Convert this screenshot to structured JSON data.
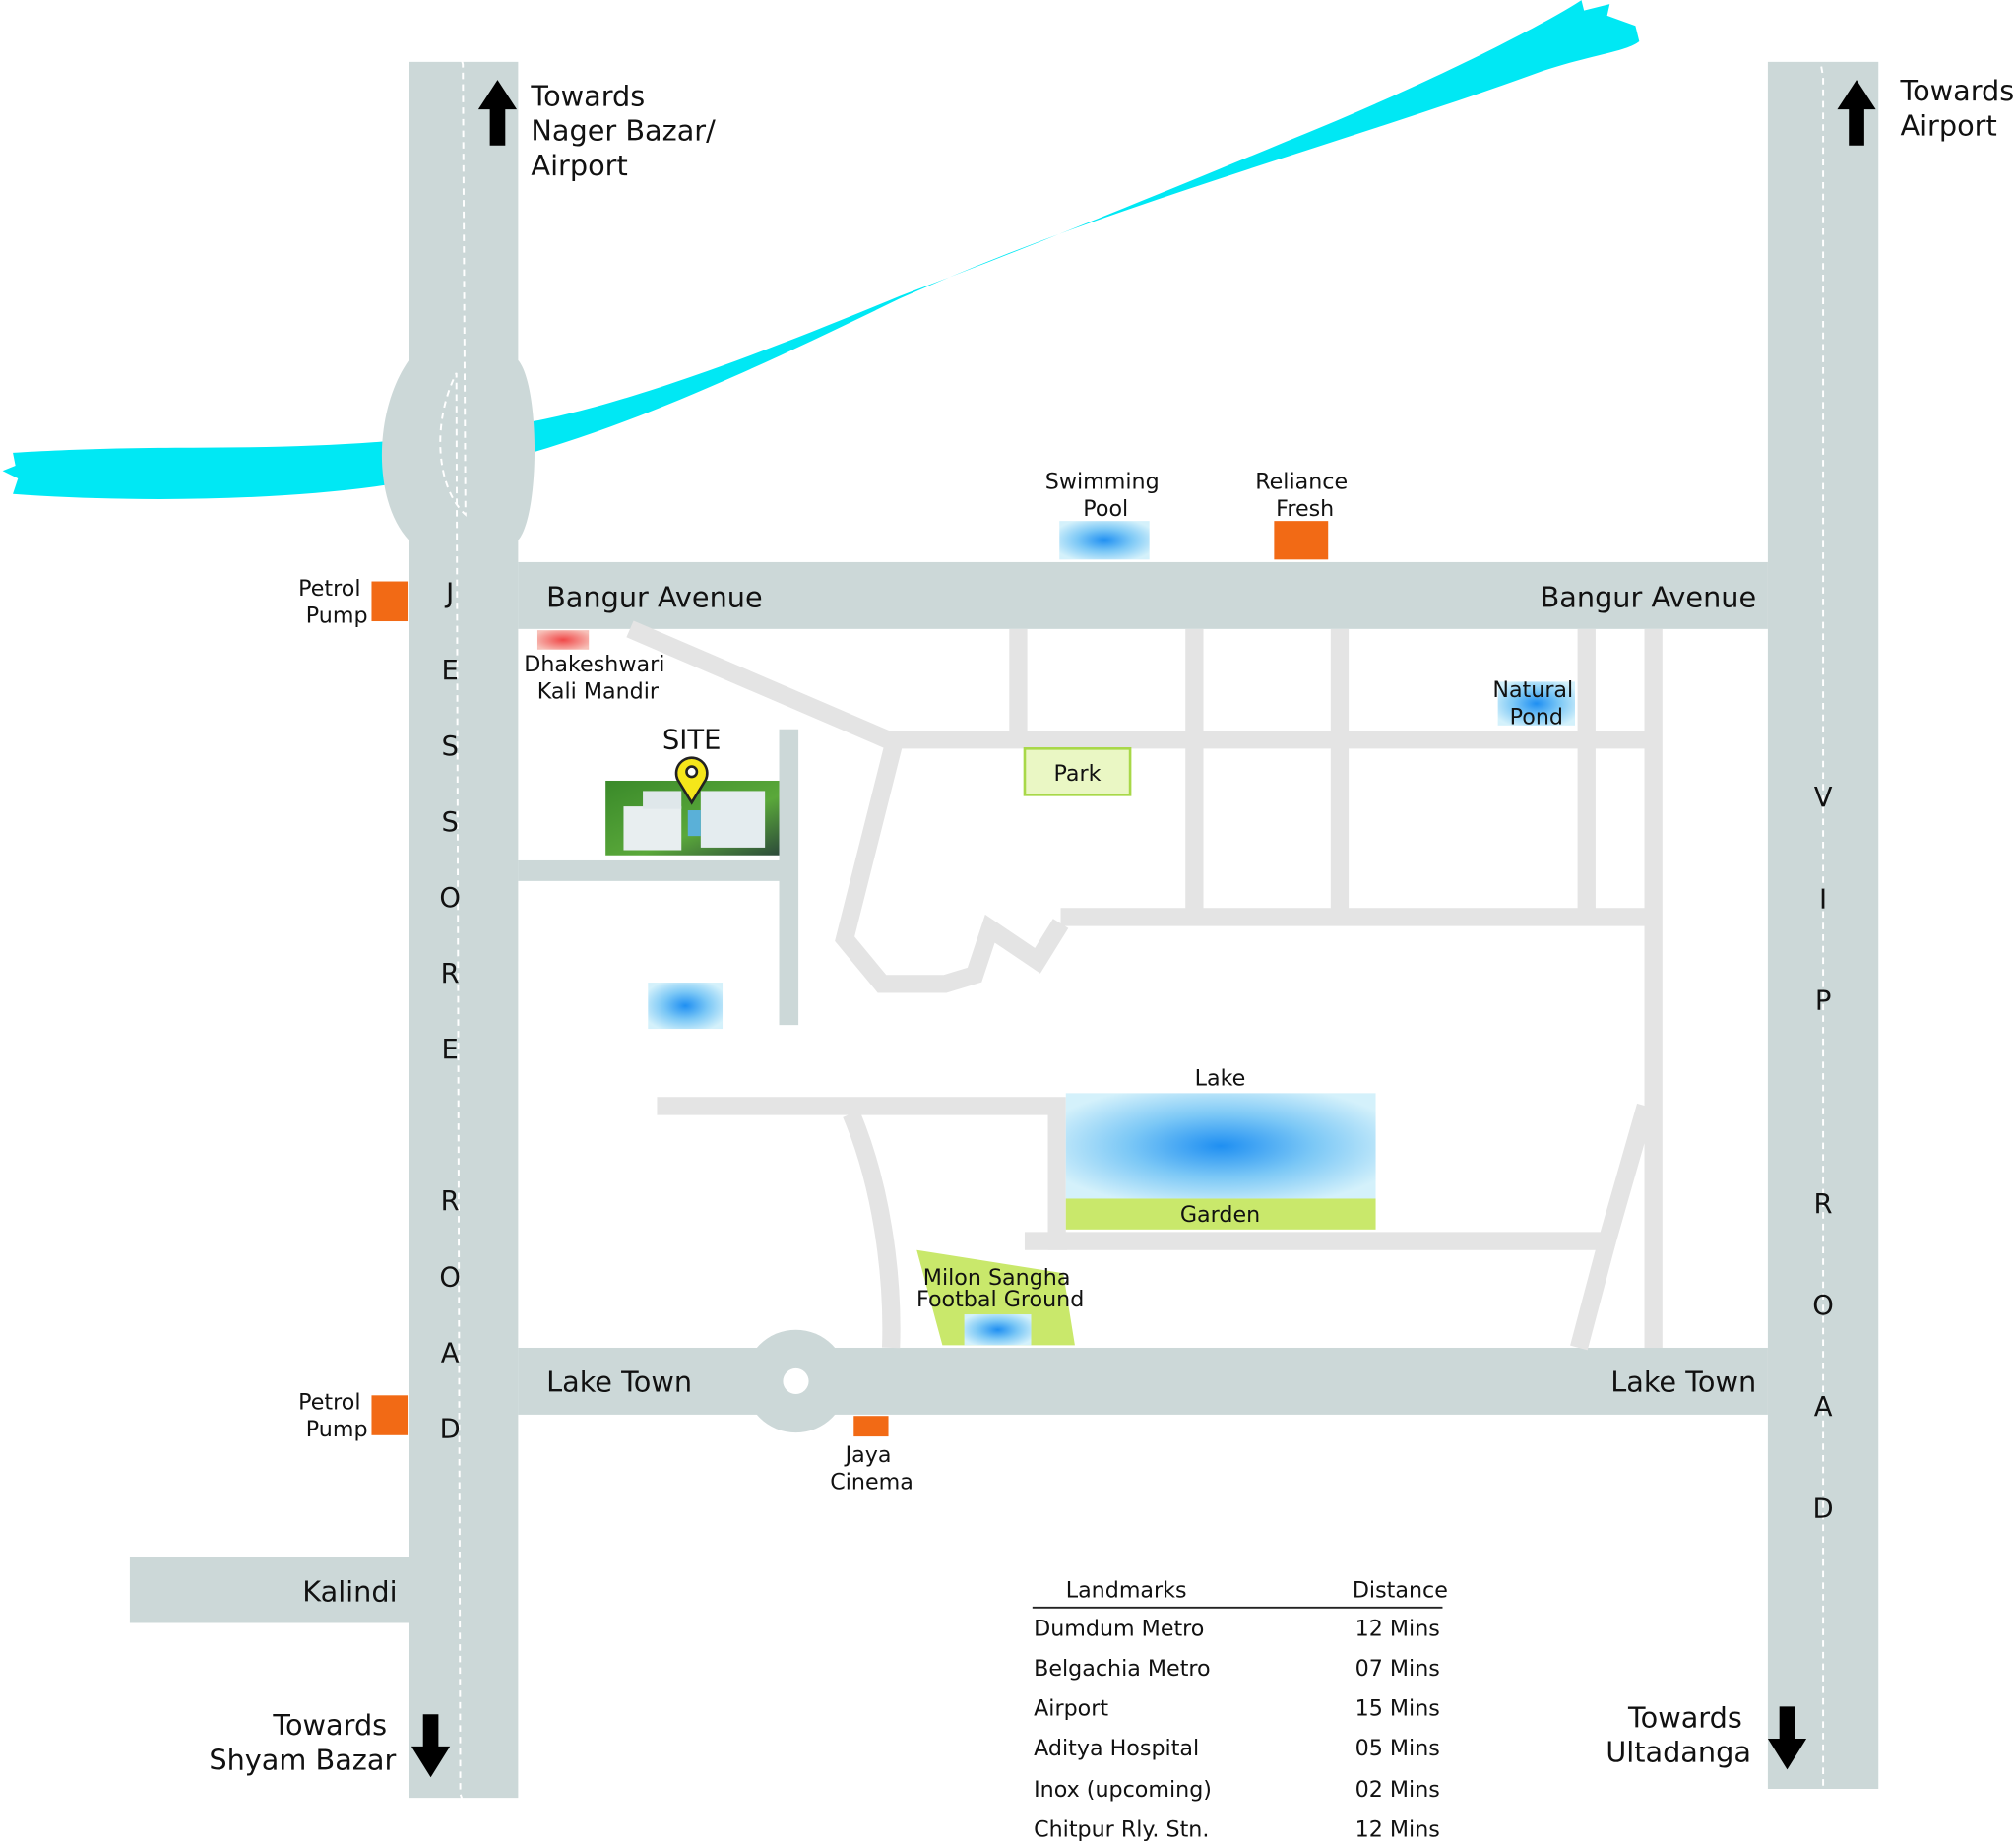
{
  "roads": {
    "jessore_letters": [
      "J",
      "E",
      "S",
      "S",
      "O",
      "R",
      "E",
      "R",
      "O",
      "A",
      "D"
    ],
    "vip_letters": [
      "V",
      "I",
      "P",
      "R",
      "O",
      "A",
      "D"
    ],
    "bangur_left": "Bangur Avenue",
    "bangur_right": "Bangur Avenue",
    "laketown_left": "Lake Town",
    "laketown_right": "Lake Town",
    "kalindi": "Kalindi"
  },
  "directions": {
    "top_left": [
      "Towards",
      "Nager Bazar/",
      "Airport"
    ],
    "top_right": [
      "Towards",
      "Airport"
    ],
    "bottom_left": [
      "Towards",
      "Shyam Bazar"
    ],
    "bottom_right": [
      "Towards",
      "Ultadanga"
    ]
  },
  "landmarks": {
    "petrol_pump_top": [
      "Petrol",
      "Pump"
    ],
    "petrol_pump_bottom": [
      "Petrol",
      "Pump"
    ],
    "swimming_pool": [
      "Swimming",
      "Pool"
    ],
    "reliance_fresh": [
      "Reliance",
      "Fresh"
    ],
    "kali_mandir": [
      "Dhakeshwari",
      "Kali Mandir"
    ],
    "site": "SITE",
    "park": "Park",
    "natural_pond": [
      "Natural",
      "Pond"
    ],
    "lake": "Lake",
    "garden": "Garden",
    "football_ground": [
      "Milon Sangha",
      "Footbal Ground"
    ],
    "jaya_cinema": [
      "Jaya",
      "Cinema"
    ]
  },
  "colors": {
    "main_road": "#ccd8d8",
    "river": "#00e8f4",
    "local_road": "#e4e4e4",
    "orange": "#f26a15",
    "green": "#c9e86b",
    "water": "#2a9cf2"
  },
  "table": {
    "headers": [
      "Landmarks",
      "Distance"
    ],
    "rows": [
      [
        "Dumdum Metro",
        "12 Mins"
      ],
      [
        "Belgachia Metro",
        "07 Mins"
      ],
      [
        "Airport",
        "15 Mins"
      ],
      [
        "Aditya Hospital",
        "05 Mins"
      ],
      [
        "Inox (upcoming)",
        "02 Mins"
      ],
      [
        "Chitpur Rly. Stn.",
        "12 Mins"
      ]
    ]
  }
}
